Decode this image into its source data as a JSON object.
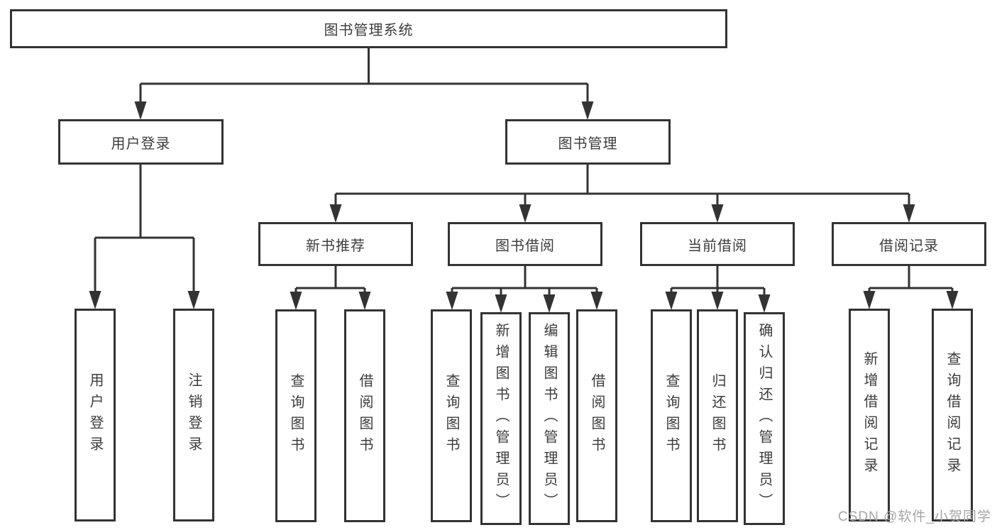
{
  "colors": {
    "background": "#ffffff",
    "line": "#333333",
    "node_border": "#333333",
    "node_fill": "#ffffff",
    "text": "#3c3c3c",
    "watermark": "#a6a6a6"
  },
  "diagram": {
    "root": {
      "label": "图书管理系统"
    },
    "level2": [
      {
        "label": "用户登录"
      },
      {
        "label": "图书管理"
      }
    ],
    "level3": [
      {
        "label": "新书推荐"
      },
      {
        "label": "图书借阅"
      },
      {
        "label": "当前借阅"
      },
      {
        "label": "借阅记录"
      }
    ],
    "leaves": {
      "user_login": [
        "用户登录",
        "注销登录"
      ],
      "new_book_recommend": [
        "查询图书",
        "借阅图书"
      ],
      "book_borrow": [
        "查询图书",
        "新增图书（管理员）",
        "编辑图书（管理员）",
        "借阅图书"
      ],
      "current_borrow": [
        "查询图书",
        "归还图书",
        "确认归还（管理员）"
      ],
      "borrow_records": [
        "新增借阅记录",
        "查询借阅记录"
      ]
    }
  },
  "watermark": {
    "text": "CSDN @软件_小贺同学"
  }
}
